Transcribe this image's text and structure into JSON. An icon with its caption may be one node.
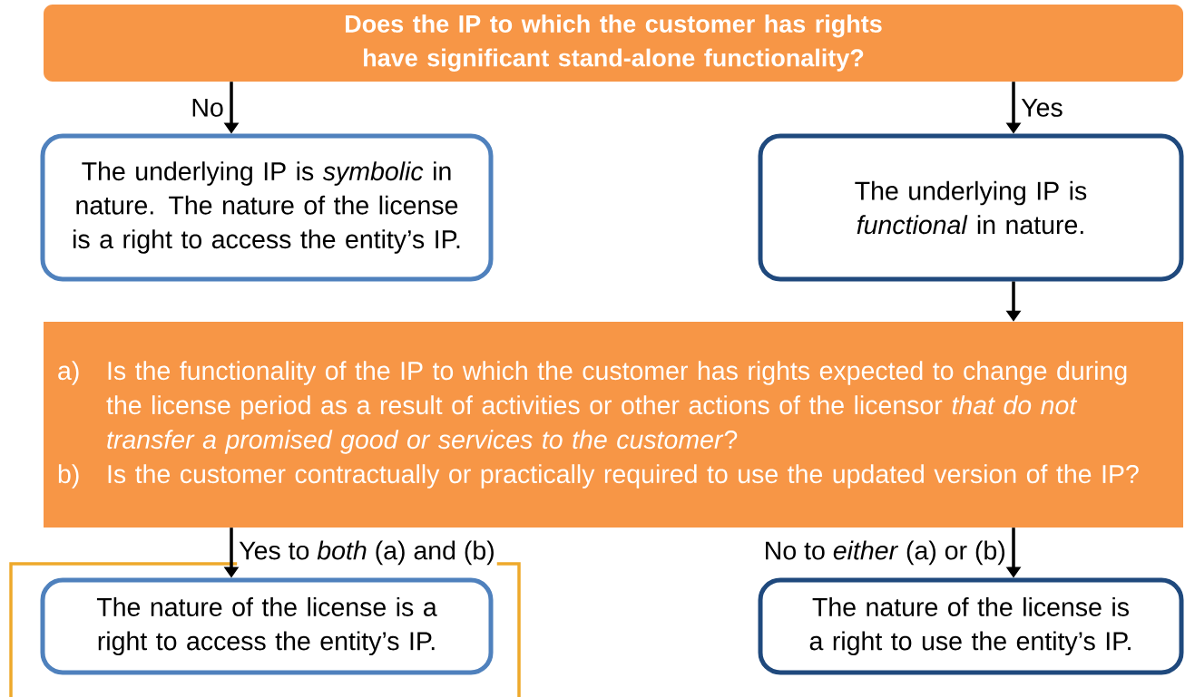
{
  "diagram": {
    "nodes": [
      {
        "text": [
          "Does the IP to which the customer has rights have significant stand-alone functionality?"
        ]
      },
      {
        "text": [
          "The underlying IP is *symbolic* in nature. The nature of the license is a right to access the entity’s IP."
        ]
      },
      {
        "text": [
          "The underlying IP is *functional* in nature."
        ]
      },
      {
        "text": [
          "a)",
          "Is the functionality of the IP to which the customer has rights expected to change during the license period as a result of activities or other actions of the licensor *that do not transfer a promised good or services to the customer*?",
          "b)",
          "Is the customer contractually or practically required to use the updated version of the IP?"
        ]
      },
      {
        "text": [],
        "shape": "box"
      },
      {
        "text": [
          "The nature of the license is a right to access the entity’s IP."
        ],
        "in": 4
      },
      {
        "text": [
          "The nature of the license is a right to use the entity’s IP."
        ]
      }
    ],
    "edges": [
      {
        "from": 0,
        "to": 1,
        "arrow": "to",
        "label": "No"
      },
      {
        "from": 0,
        "to": 2,
        "arrow": "to",
        "label": "Yes"
      },
      {
        "from": 2,
        "to": 3,
        "arrow": "to"
      },
      {
        "from": 3,
        "to": 5,
        "arrow": "to",
        "label": "Yes to *both* (a) and (b)"
      },
      {
        "from": 3,
        "to": 6,
        "arrow": "to",
        "label": "No to *either* (a) or (b)"
      }
    ]
  }
}
